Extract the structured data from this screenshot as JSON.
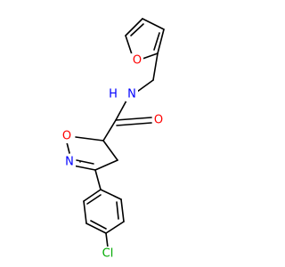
{
  "molecule": {
    "atoms": {
      "furan_o": {
        "text": "O",
        "color": "#ff0000"
      },
      "amide_nh": {
        "text": "N",
        "h_text": "H",
        "color": "#0000ff"
      },
      "carbonyl_o": {
        "text": "O",
        "color": "#ff0000"
      },
      "ring_o": {
        "text": "O",
        "color": "#ff0000"
      },
      "ring_n": {
        "text": "N",
        "color": "#0000ff"
      },
      "cl": {
        "text": "Cl",
        "color": "#00aa00"
      }
    },
    "bond_color": "#000000"
  }
}
